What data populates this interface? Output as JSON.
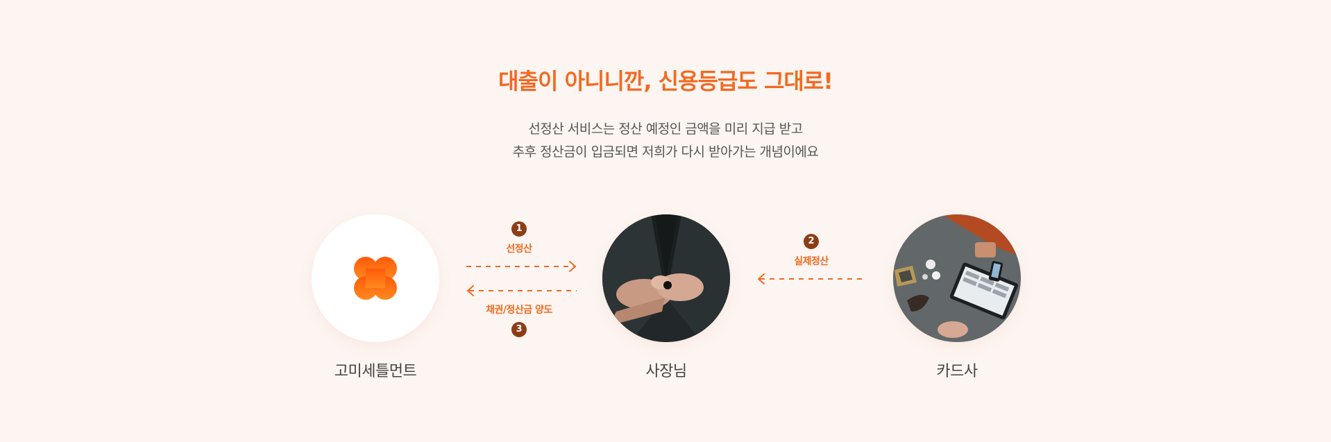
{
  "headline": "대출이 아니니깐, 신용등급도 그대로!",
  "description": {
    "line1": "선정산 서비스는 정산 예정인 금액을 미리 지급 받고",
    "line2": "추후 정산금이 입금되면 저희가 다시 받아가는 개념이에요"
  },
  "nodes": [
    {
      "label": "고미세틀먼트",
      "icon": "gomi-clover-logo"
    },
    {
      "label": "사장님",
      "icon": "business-owner-photo"
    },
    {
      "label": "카드사",
      "icon": "card-payment-photo"
    }
  ],
  "flows": [
    {
      "step": "1",
      "label": "선정산",
      "direction": "left-to-right"
    },
    {
      "step": "2",
      "label": "실제정산",
      "direction": "right-to-left"
    },
    {
      "step": "3",
      "label": "채권/정산금 양도",
      "direction": "right-to-left"
    }
  ],
  "colors": {
    "accent": "#f26a22",
    "badge": "#8c3d17",
    "background": "#fdf5f1",
    "text": "#444444"
  }
}
